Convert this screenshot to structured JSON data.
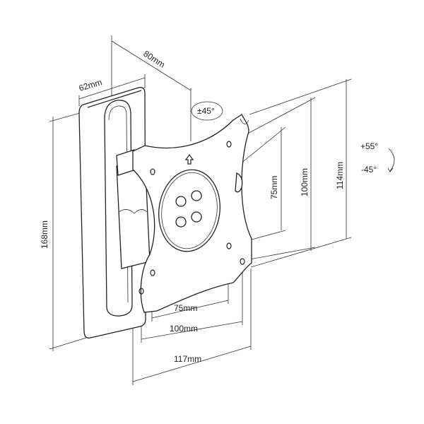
{
  "title": "Wall mount dimension diagram",
  "dimensions": {
    "depth": "80mm",
    "wall_plate_width": "62mm",
    "wall_plate_height": "168mm",
    "plate_height": "114mm",
    "vesa_vertical_large": "100mm",
    "vesa_vertical_small": "75mm",
    "vesa_horizontal_small": "75mm",
    "vesa_horizontal_large": "100mm",
    "plate_width": "117mm"
  },
  "rotation": {
    "swivel": "±45°",
    "tilt_up": "+55°",
    "tilt_down": "-45°"
  }
}
